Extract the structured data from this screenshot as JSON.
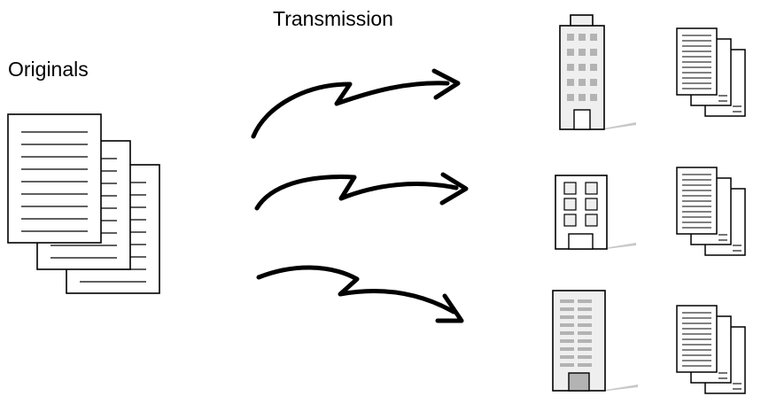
{
  "labels": {
    "transmission": "Transmission",
    "originals": "Originals"
  },
  "icons": {
    "source_documents": "document-stack-icon",
    "transmission_arrow": "lightning-arrow-icon",
    "destination_building": "office-building-icon",
    "received_documents": "document-stack-icon"
  },
  "colors": {
    "ink": "#000000",
    "paper": "#ffffff",
    "building_wall": "#efefef",
    "building_window": "#b3b3b3",
    "building_shadow": "#c8c8c8"
  },
  "destinations": [
    {
      "building": "tall-tower"
    },
    {
      "building": "small-office"
    },
    {
      "building": "mid-rise"
    }
  ]
}
